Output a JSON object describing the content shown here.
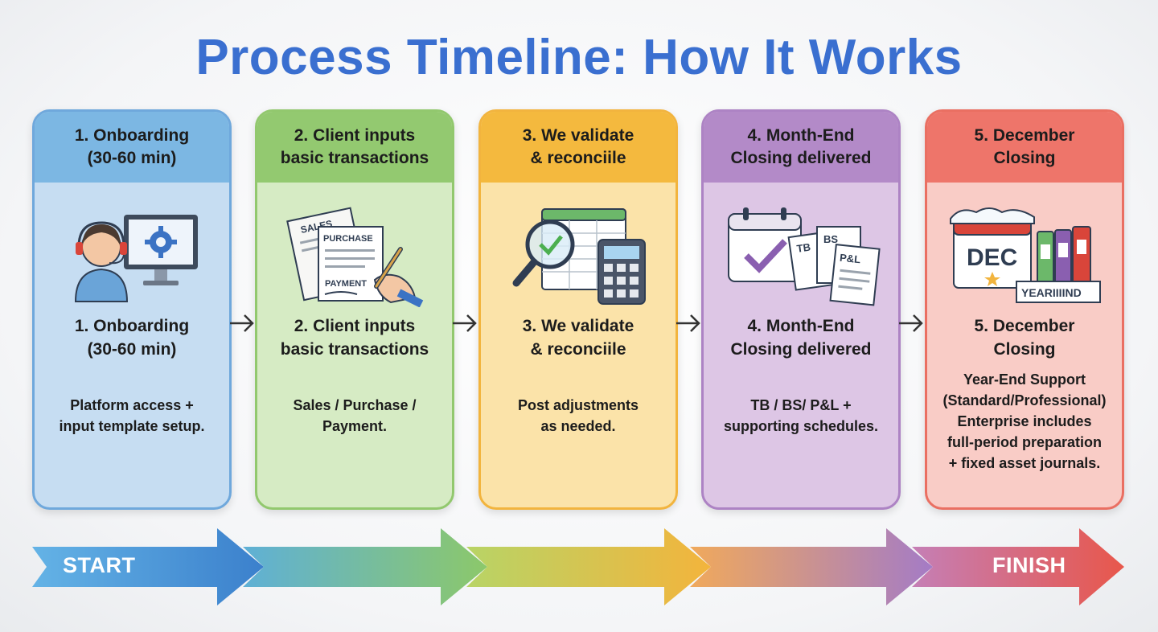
{
  "title": "Process Timeline: How It Works",
  "steps": [
    {
      "header": "1. Onboarding\n(30-60 min)",
      "subtitle": "1. Onboarding\n(30-60 min)",
      "description": "Platform access +\ninput template setup.",
      "icon": "support-agent-computer-icon"
    },
    {
      "header": "2. Client inputs\nbasic transactions",
      "subtitle": "2. Client inputs\nbasic transactions",
      "description": "Sales / Purchase /\nPayment.",
      "icon": "documents-signing-icon",
      "icon_labels": [
        "SALES",
        "PURCHASE",
        "PAYMENT"
      ]
    },
    {
      "header": "3. We validate\n& reconciile",
      "subtitle": "3. We validate\n& reconciile",
      "description": "Post adjustments\nas needed.",
      "icon": "magnifier-spreadsheet-calculator-icon"
    },
    {
      "header": "4. Month-End\nClosing delivered",
      "subtitle": "4. Month-End\nClosing delivered",
      "description": "TB / BS/ P&L +\nsupporting schedules.",
      "icon": "calendar-reports-icon",
      "icon_labels": [
        "TB",
        "BS",
        "P&L"
      ]
    },
    {
      "header": "5. December\nClosing",
      "subtitle": "5. December\nClosing",
      "description": "Year-End Support\n(Standard/Professional)\nEnterprise includes\nfull-period preparation\n+ fixed asset journals.",
      "icon": "december-calendar-binders-icon",
      "icon_labels": [
        "DEC",
        "YEARIIIIND"
      ]
    }
  ],
  "timeline": {
    "start_label": "START",
    "finish_label": "FINISH"
  },
  "colors": {
    "title": "#3a6fd0",
    "step1": "#7cb7e3",
    "step2": "#93c970",
    "step3": "#f4b93e",
    "step4": "#b38ac8",
    "step5": "#ee756a"
  }
}
